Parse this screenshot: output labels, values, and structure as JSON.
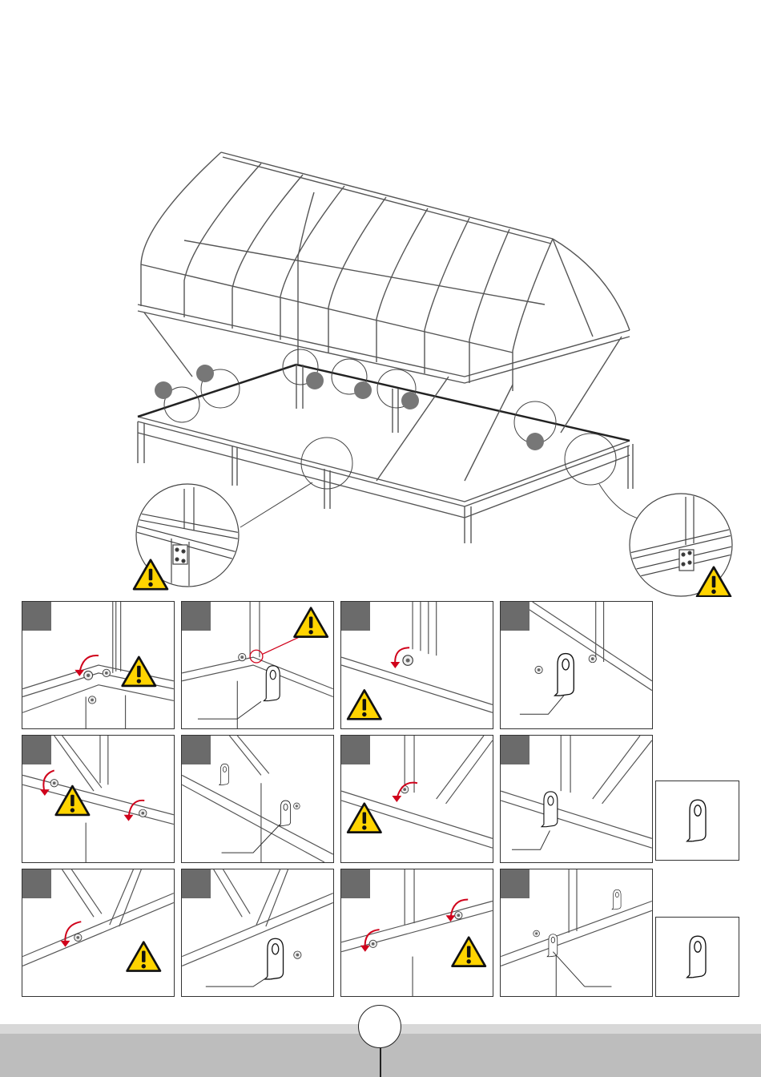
{
  "page": {
    "page_number_text": ""
  },
  "colors": {
    "arrow_red": "#d0021b",
    "warning_yellow": "#ffd400",
    "step_box_grey": "#6b6b6b",
    "marker_grey": "#777777",
    "footer_grey": "#bdbdbd"
  },
  "icons": {
    "warning": "warning-triangle-icon",
    "rotate_arrow": "rotate-arrow-icon",
    "bracket_part": "angle-bracket-icon"
  },
  "steps": [
    {
      "id": 1,
      "warning": true,
      "bracket": false
    },
    {
      "id": 2,
      "warning": true,
      "bracket": true
    },
    {
      "id": 3,
      "warning": true,
      "bracket": false
    },
    {
      "id": 4,
      "warning": false,
      "bracket": true
    },
    {
      "id": 5,
      "warning": true,
      "bracket": false
    },
    {
      "id": 6,
      "warning": false,
      "bracket": true
    },
    {
      "id": 7,
      "warning": true,
      "bracket": false
    },
    {
      "id": 8,
      "warning": false,
      "bracket": true
    },
    {
      "id": 9,
      "warning": true,
      "bracket": false
    },
    {
      "id": 10,
      "warning": false,
      "bracket": true
    },
    {
      "id": 11,
      "warning": true,
      "bracket": false
    },
    {
      "id": 12,
      "warning": false,
      "bracket": true
    }
  ]
}
